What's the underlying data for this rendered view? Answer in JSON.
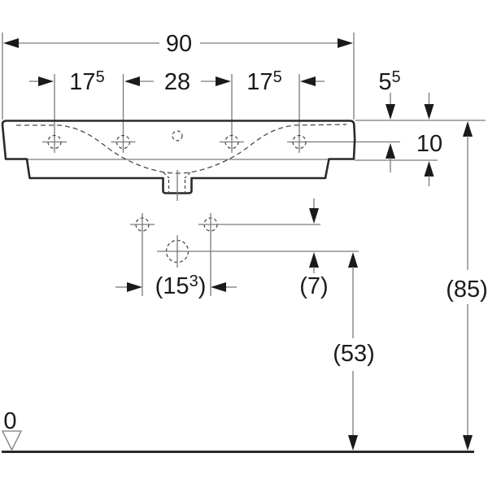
{
  "drawing": {
    "type": "washbasin front-view dimension drawing",
    "colors": {
      "background": "#ffffff",
      "outline": "#2a2a2a",
      "dimension_lines": "#7a7a7a",
      "text": "#1a1a1a"
    }
  },
  "dimensions": {
    "total_width": "90",
    "tap_left": {
      "main": "17",
      "sup": "5"
    },
    "tap_center": "28",
    "tap_right": {
      "main": "17",
      "sup": "5"
    },
    "rim_to_taphole": {
      "main": "5",
      "sup": "5"
    },
    "front_height": "10",
    "fixing_spacing": {
      "pre": "(15",
      "sup": "3",
      "post": ")"
    },
    "fixing_to_drain": "(7)",
    "drain_height": "(53)",
    "rim_height": "(85)",
    "datum_level": "0"
  }
}
